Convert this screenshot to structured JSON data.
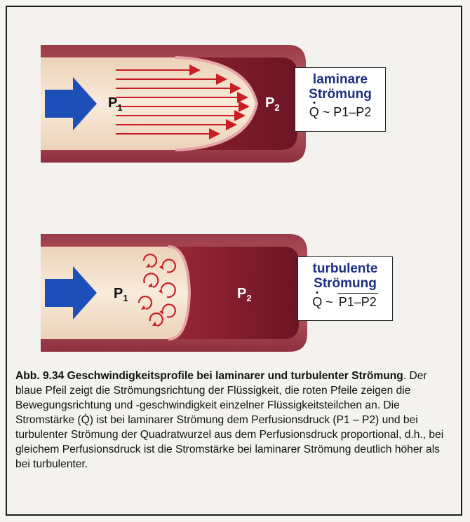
{
  "diagram_top": {
    "label_line1": "laminare",
    "label_line2": "Strömung",
    "formula_lhs": "Q",
    "formula_rel": "~",
    "formula_rhs": "P1–P2",
    "p1": "P",
    "p1_sub": "1",
    "p2": "P",
    "p2_sub": "2"
  },
  "diagram_bottom": {
    "label_line1": "turbulente",
    "label_line2": "Strömung",
    "formula_lhs": "Q",
    "formula_rel": "~",
    "formula_rhs": "P1–P2",
    "p1": "P",
    "p1_sub": "1",
    "p2": "P",
    "p2_sub": "2"
  },
  "caption": {
    "heading": "Abb. 9.34 Geschwindigkeitsprofile bei laminarer und turbulenter Strömung",
    "text": ". Der blaue Pfeil zeigt die Strömungsrichtung der Flüssigkeit, die roten Pfeile zeigen die Bewegungsrichtung und -geschwindigkeit einzelner Flüssigkeitsteilchen an. Die Stromstärke (Q̇) ist bei laminarer Strömung dem Perfusionsdruck (P1 – P2) und bei turbulenter Strömung der Quadratwurzel aus dem Perfusionsdruck proportional, d.h., bei gleichem Perfusionsdruck ist die Stromstärke bei laminarer Strömung deutlich höher als bei turbulenter."
  },
  "colors": {
    "vessel_wall": "#b8505a",
    "vessel_dark": "#7e1a2a",
    "fluid": "#f3dfc8",
    "arrow_blue": "#1d4fb8",
    "arrow_red": "#c81e24",
    "text_blue": "#1c2f80"
  }
}
